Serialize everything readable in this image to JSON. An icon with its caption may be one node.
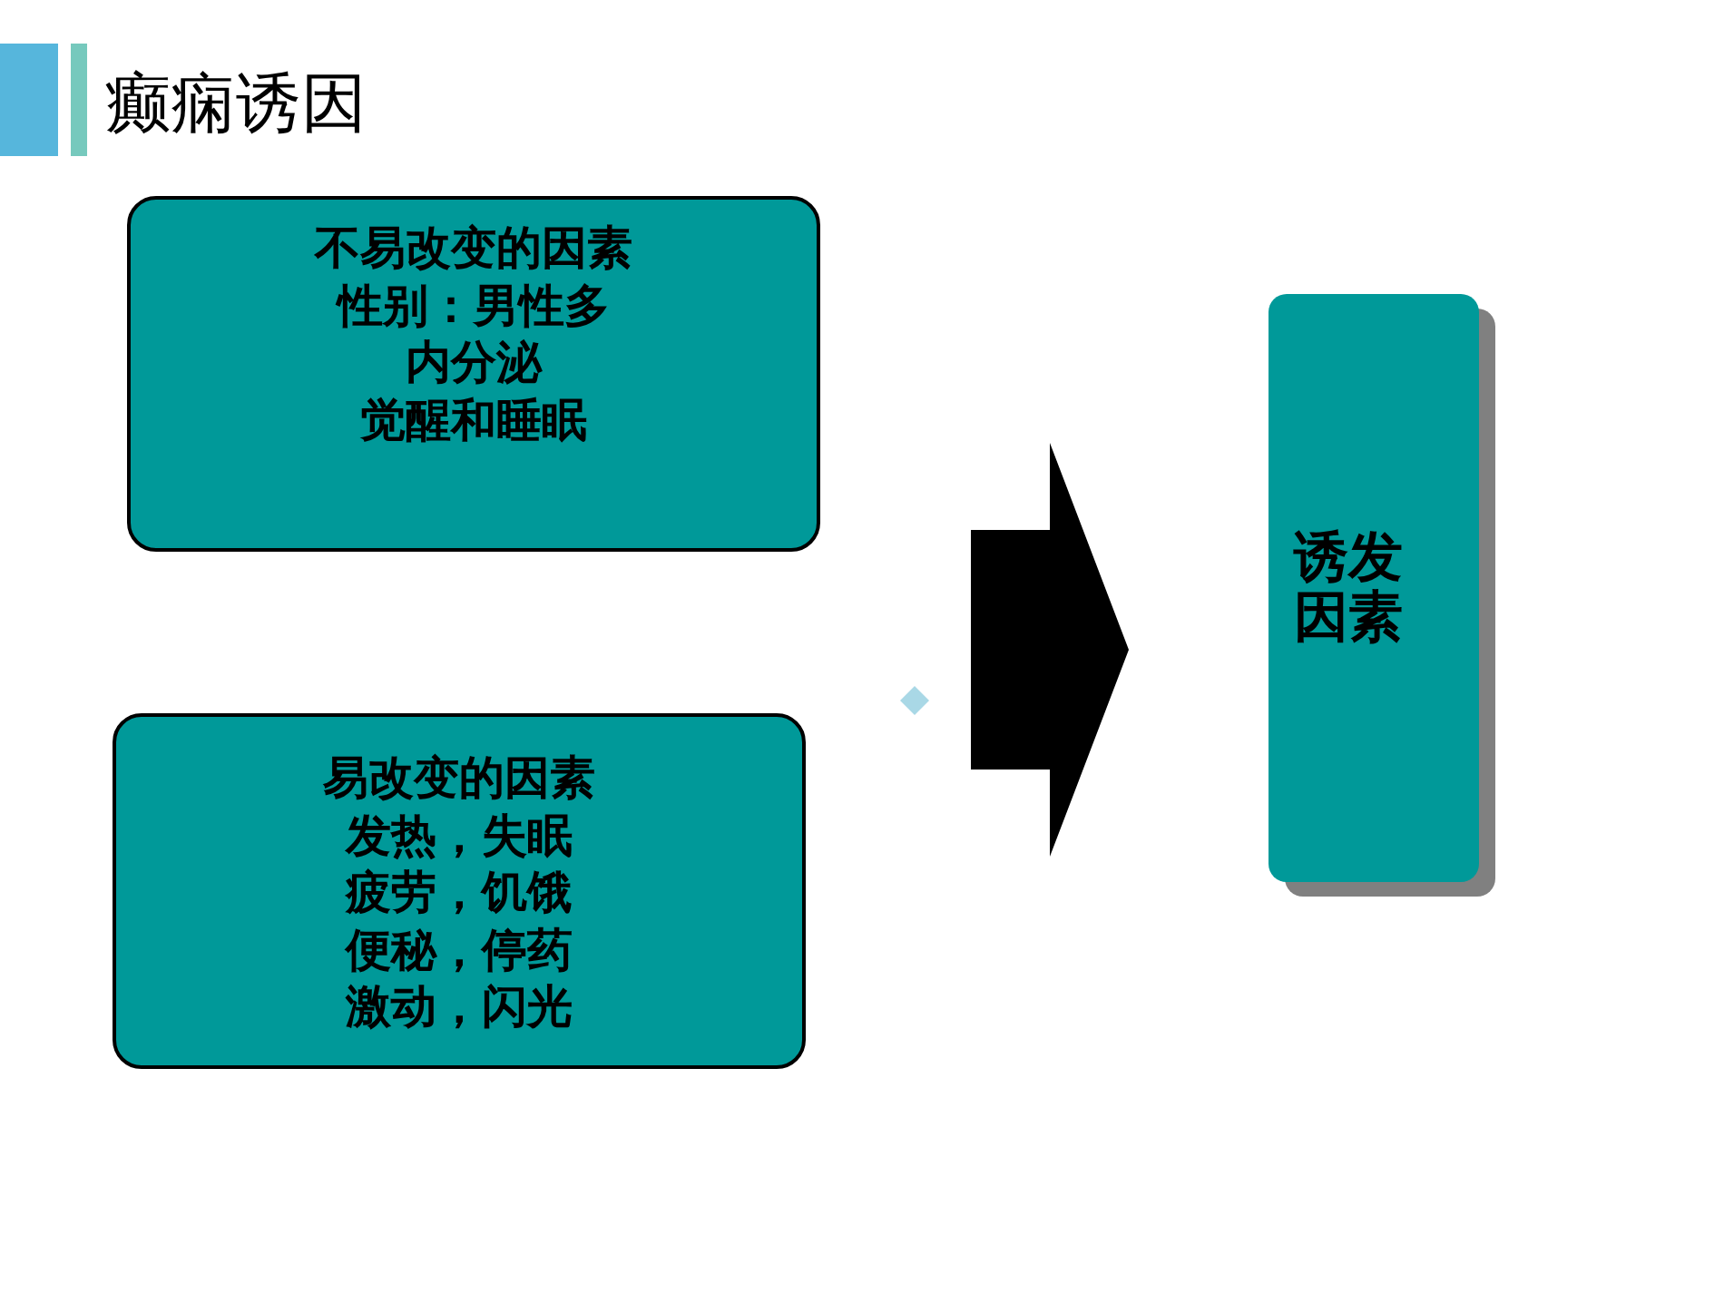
{
  "diagram": {
    "title": "癫痫诱因",
    "nodes": [
      {
        "text": [
          "不易改变的因素",
          "性别：男性多",
          "内分泌",
          "觉醒和睡眠"
        ]
      },
      {
        "text": [
          "易改变的因素",
          "发热，失眠",
          "疲劳，饥饿",
          "便秘，停药",
          "激动，闪光"
        ]
      },
      {
        "text": [
          "诱发因素"
        ]
      }
    ],
    "edges": [
      {
        "from": 0,
        "to": 2,
        "arrow": "to"
      },
      {
        "from": 1,
        "to": 2,
        "arrow": "to"
      }
    ]
  }
}
